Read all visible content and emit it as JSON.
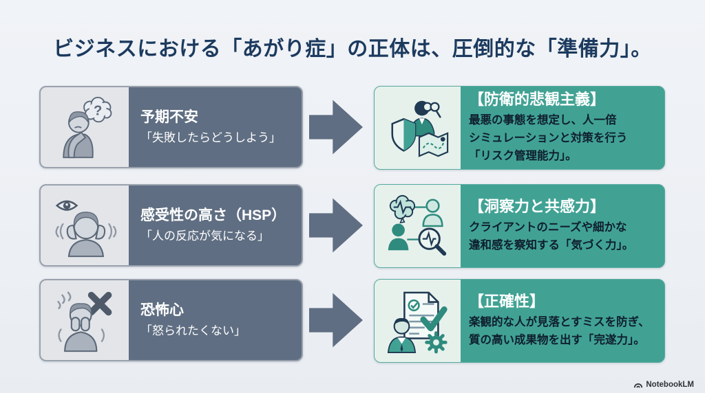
{
  "title": "ビジネスにおける「あがり症」の正体は、圧倒的な「準備力」。",
  "colors": {
    "background": "#edf0f4",
    "title_navy": "#1c3a5e",
    "cause_slate": "#5f6e82",
    "cause_icon_bg": "#e3e5e9",
    "strength_teal": "#41a294",
    "strength_icon_bg": "#e7f1ec",
    "strength_body_text": "#0f1f2d",
    "arrow": "#5f6e82"
  },
  "rows": [
    {
      "left": {
        "icon": "thinking-person-icon",
        "heading": "予期不安",
        "quote": "「失敗したらどうしよう」"
      },
      "right": {
        "icon": "shield-binoculars-map-icon",
        "heading": "【防衛的悲観主義】",
        "body": "最悪の事態を想定し、人一倍\nシミュレーションと対策を行う\n「リスク管理能力」。"
      }
    },
    {
      "left": {
        "icon": "sensitive-person-icon",
        "heading": "感受性の高さ（HSP）",
        "quote": "「人の反応が気になる」"
      },
      "right": {
        "icon": "insight-empathy-icon",
        "heading": "【洞察力と共感力】",
        "body": "クライアントのニーズや細かな\n違和感を察知する「気づく力」。"
      }
    },
    {
      "left": {
        "icon": "fearful-person-icon",
        "heading": "恐怖心",
        "quote": "「怒られたくない」"
      },
      "right": {
        "icon": "checklist-gear-icon",
        "heading": "【正確性】",
        "body": "楽観的な人が見落とすミスを防ぎ、\n質の高い成果物を出す「完遂力」。"
      }
    }
  ],
  "footer": {
    "brand": "NotebookLM"
  }
}
